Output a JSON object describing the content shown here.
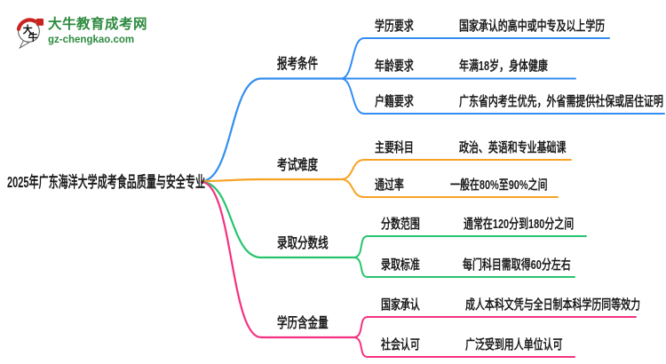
{
  "logo": {
    "site_name": "大牛教育成考网",
    "site_url": "gz-chengkao.com",
    "icon_chars": [
      "大",
      "牛"
    ],
    "brand_green": "#2c8a3e",
    "brand_red": "#c9241f"
  },
  "root": {
    "title": "2025年广东海洋大学成考食品质量与安全专业"
  },
  "colors": {
    "text": "#1b1b1b",
    "background": "#ffffff"
  },
  "branches": [
    {
      "label": "报考条件",
      "color": "#338df2",
      "rows": [
        {
          "label": "学历要求",
          "value": "国家承认的高中或中专及以上学历"
        },
        {
          "label": "年龄要求",
          "value": "年满18岁，身体健康"
        },
        {
          "label": "户籍要求",
          "value": "广东省内考生优先，外省需提供社保或居住证明"
        }
      ]
    },
    {
      "label": "考试难度",
      "color": "#f7a223",
      "rows": [
        {
          "label": "主要科目",
          "value": "政治、英语和专业基础课"
        },
        {
          "label": "通过率",
          "value": "一般在80%至90%之间"
        }
      ]
    },
    {
      "label": "录取分数线",
      "color": "#27c46e",
      "rows": [
        {
          "label": "分数范围",
          "value": "通常在120分到180分之间"
        },
        {
          "label": "录取标准",
          "value": "每门科目需取得60分左右"
        }
      ]
    },
    {
      "label": "学历含金量",
      "color": "#f5317f",
      "rows": [
        {
          "label": "国家承认",
          "value": "成人本科文凭与全日制本科学历同等效力"
        },
        {
          "label": "社会认可",
          "value": "广泛受到用人单位认可"
        }
      ]
    }
  ]
}
